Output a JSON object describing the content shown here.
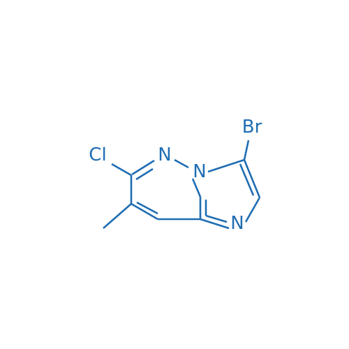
{
  "molecule": {
    "color": "#1f6db3",
    "atoms": {
      "n1": "N",
      "n4": "N",
      "n8": "N",
      "cl": "Cl",
      "br": "Br"
    }
  }
}
